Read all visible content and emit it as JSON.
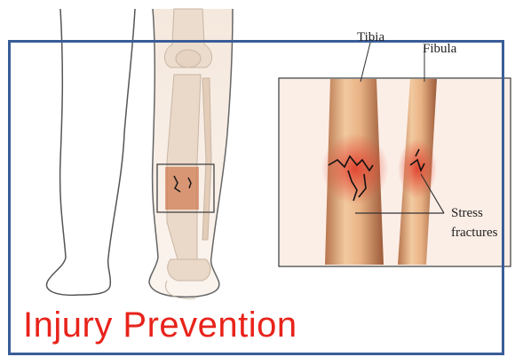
{
  "labels": {
    "tibia": "Tibia",
    "fibula": "Fibula",
    "stress_line1": "Stress",
    "stress_line2": "fractures"
  },
  "title": "Injury Prevention",
  "colors": {
    "frame": "#3a5d99",
    "title": "#e8231b",
    "bone": "#e9b98a",
    "fracture": "#1a1a1a"
  }
}
